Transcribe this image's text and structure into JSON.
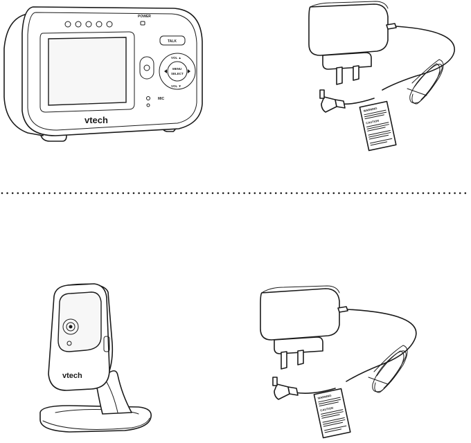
{
  "items": {
    "parent_unit": {
      "logo": "vtech",
      "power_label": "POWER",
      "talk_label": "TALK",
      "menu_label": "MENU",
      "select_label": "SELECT",
      "vol_up_label": "VOL ▲",
      "vol_down_label": "VOL ▼",
      "mic_label": "MIC"
    },
    "camera_unit": {
      "logo": "vtech"
    },
    "adapter_1": {
      "tag_warning": "WARNING",
      "tag_caution": "CAUTION"
    },
    "adapter_2": {
      "tag_warning": "WARNING",
      "tag_caution": "CAUTION"
    }
  },
  "colors": {
    "line": "#1a1a1a",
    "background": "#ffffff"
  }
}
